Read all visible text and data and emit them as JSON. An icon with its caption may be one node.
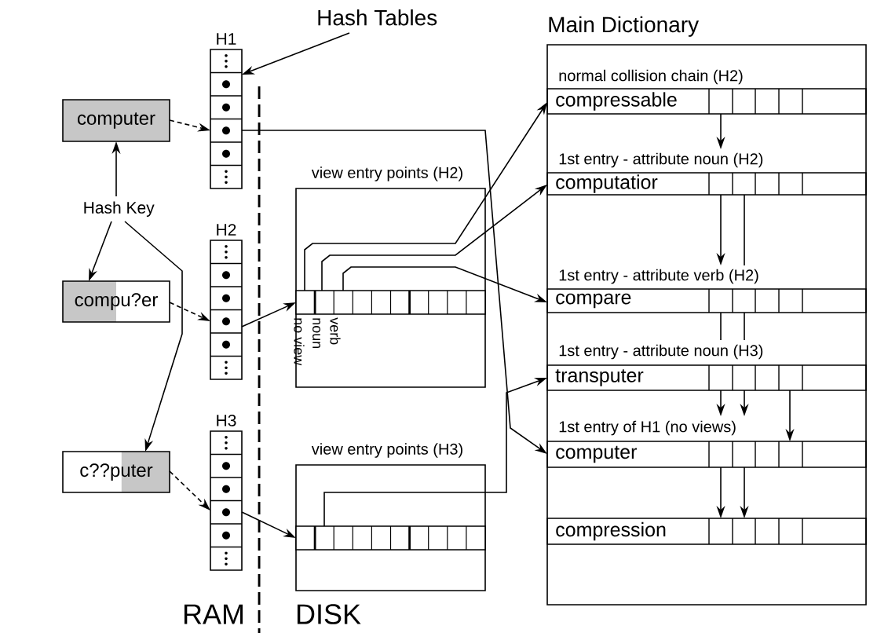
{
  "diagram": {
    "nodes": [
      {
        "text": [
          "Hash Tables"
        ]
      },
      {
        "text": [
          "H1"
        ]
      },
      {
        "text": [
          "H2"
        ]
      },
      {
        "text": [
          "H3"
        ]
      },
      {
        "text": [
          "computer"
        ]
      },
      {
        "text": [
          "Hash Key"
        ]
      },
      {
        "text": [
          "compu?er"
        ]
      },
      {
        "text": [
          "c??puter"
        ]
      },
      {
        "text": [
          "view entry points (H2)"
        ]
      },
      {
        "text": [],
        "shape": "bar",
        "in": 8,
        "beside": [
          "no view",
          "noun",
          "verb"
        ]
      },
      {
        "text": [
          "view entry points (H3)"
        ]
      },
      {
        "text": [],
        "shape": "bar",
        "in": 10
      },
      {
        "text": [
          "Main Dictionary"
        ]
      },
      {
        "text": [
          "normal collision chain (H2)",
          "compressable"
        ],
        "in": 12
      },
      {
        "text": [
          "1st entry - attribute noun (H2)",
          "computatior"
        ],
        "in": 12
      },
      {
        "text": [
          "1st entry - attribute verb (H2)",
          "compare"
        ],
        "in": 12
      },
      {
        "text": [
          "1st entry - attribute noun (H3)",
          "transputer"
        ],
        "in": 12
      },
      {
        "text": [
          "1st entry of H1 (no views)",
          "computer"
        ],
        "in": 12
      },
      {
        "text": [
          "compression"
        ],
        "in": 12
      }
    ],
    "edges": [
      {
        "from": 0,
        "to": 1,
        "arrow": "to"
      },
      {
        "from": 4,
        "to": 1,
        "arrow": "to",
        "style": "dashed"
      },
      {
        "from": 6,
        "to": 2,
        "arrow": "to",
        "style": "dashed"
      },
      {
        "from": 7,
        "to": 3,
        "arrow": "to",
        "style": "dashed"
      },
      {
        "from": 5,
        "to": 4,
        "arrow": "to"
      },
      {
        "from": 5,
        "to": 6,
        "arrow": "to"
      },
      {
        "from": 5,
        "to": 7,
        "arrow": "to"
      },
      {
        "from": 2,
        "to": 9,
        "arrow": "to"
      },
      {
        "from": 3,
        "to": 11,
        "arrow": "to"
      },
      {
        "from": 1,
        "to": 17,
        "arrow": "to"
      },
      {
        "from": 9,
        "to": 13,
        "arrow": "to"
      },
      {
        "from": 9,
        "to": 14,
        "arrow": "to"
      },
      {
        "from": 9,
        "to": 15,
        "arrow": "to"
      },
      {
        "from": 11,
        "to": 16,
        "arrow": "to"
      },
      {
        "from": 13,
        "to": 14,
        "arrow": "to"
      },
      {
        "from": 14,
        "to": 15,
        "arrow": "to"
      },
      {
        "from": 14,
        "to": 15,
        "arrow": "none"
      },
      {
        "from": 15,
        "to": 16,
        "arrow": "none"
      },
      {
        "from": 15,
        "to": 16,
        "arrow": "none"
      },
      {
        "from": 16,
        "to": 17,
        "arrow": "to"
      },
      {
        "from": 16,
        "to": 17,
        "arrow": "to"
      },
      {
        "from": 16,
        "to": 17,
        "arrow": "to"
      },
      {
        "from": 17,
        "to": 18,
        "arrow": "to"
      },
      {
        "from": 17,
        "to": 18,
        "arrow": "to"
      }
    ],
    "labels": [
      "RAM",
      "DISK"
    ]
  }
}
